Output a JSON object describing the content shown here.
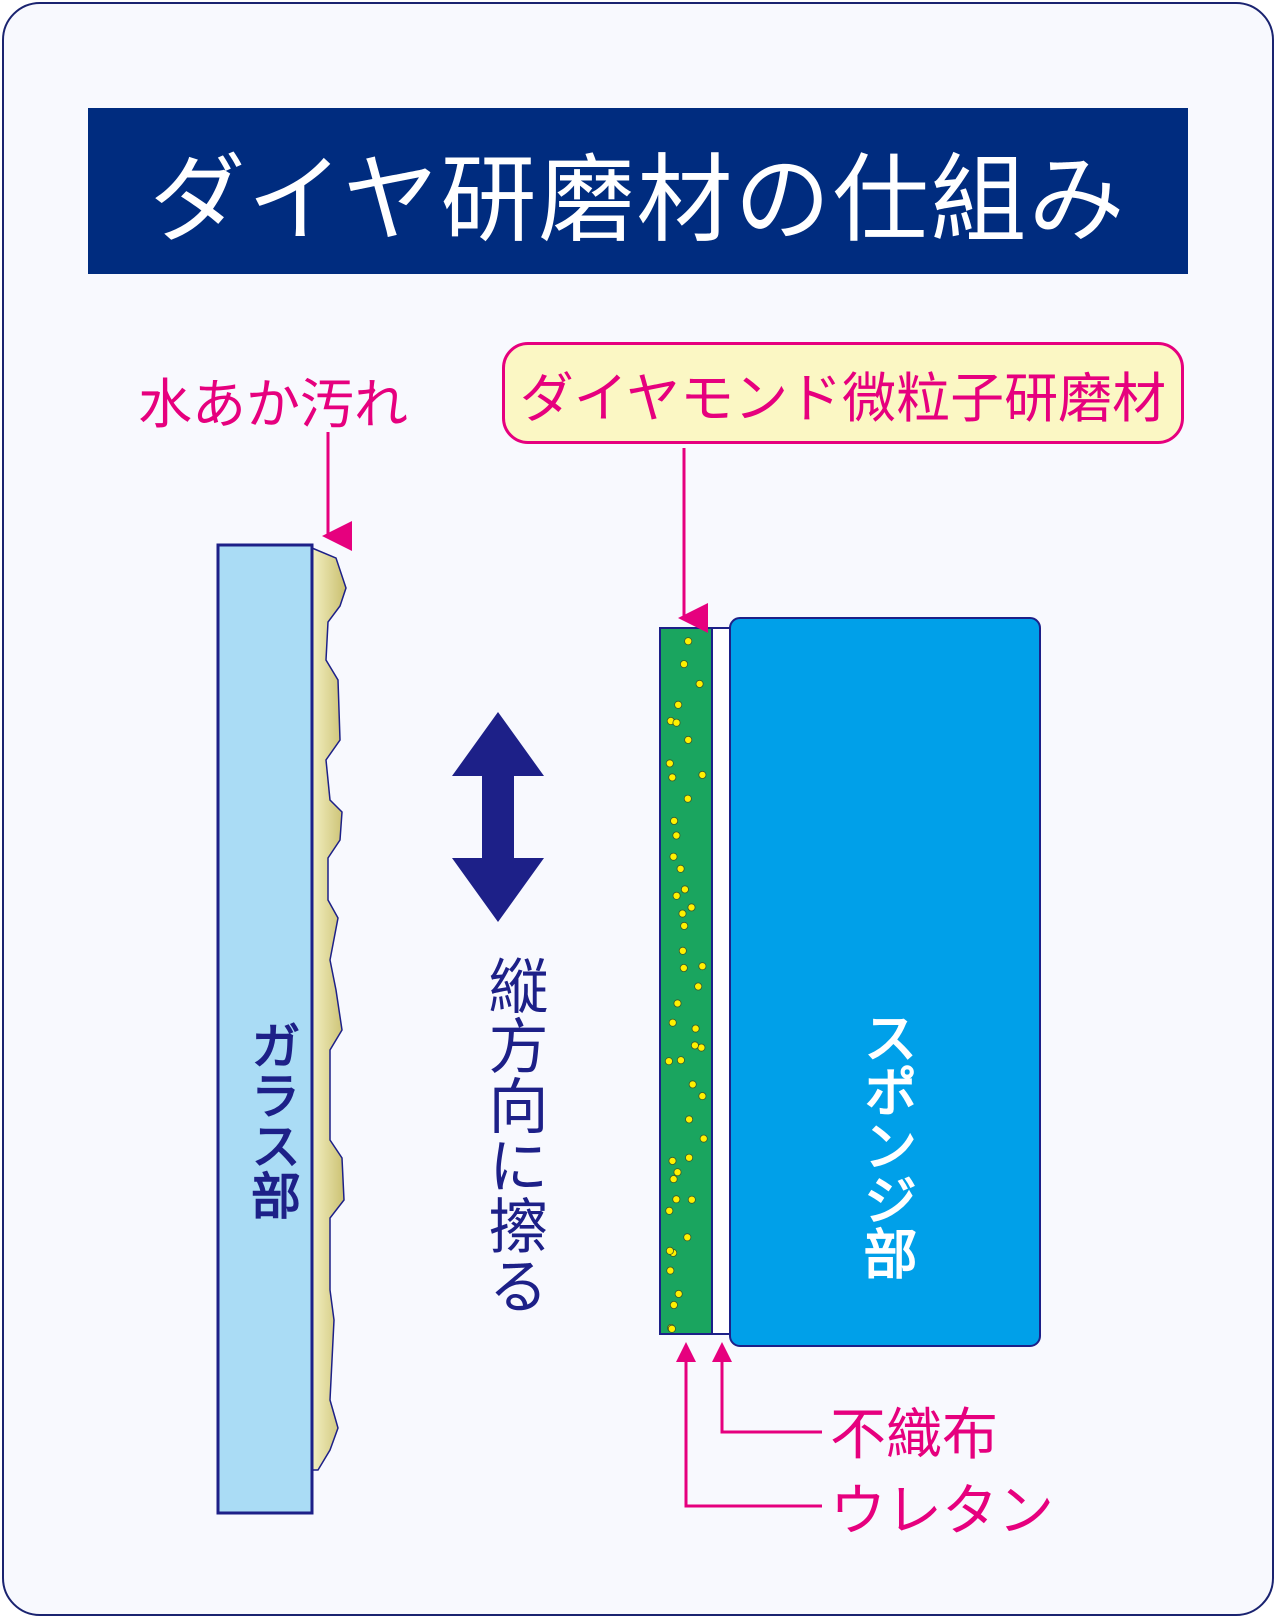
{
  "title": "ダイヤ研磨材の仕組み",
  "labels": {
    "water_stain": "水あか汚れ",
    "diamond_abrasive": "ダイヤモンド微粒子研磨材",
    "glass": "ガラス部",
    "direction": "縦方向に擦る",
    "sponge": "スポンジ部",
    "nonwoven": "不織布",
    "urethane": "ウレタン"
  },
  "colors": {
    "title_bg": "#002c7f",
    "accent_pink": "#e6007e",
    "glass": "#aadcf5",
    "sponge": "#00a0e9",
    "urethane": "#1aa55f",
    "particles": "#fff100",
    "arrow": "#1d2088",
    "stain": "#e8e3a8"
  },
  "icons": {
    "direction_arrow": "double-headed-vertical-arrow"
  }
}
